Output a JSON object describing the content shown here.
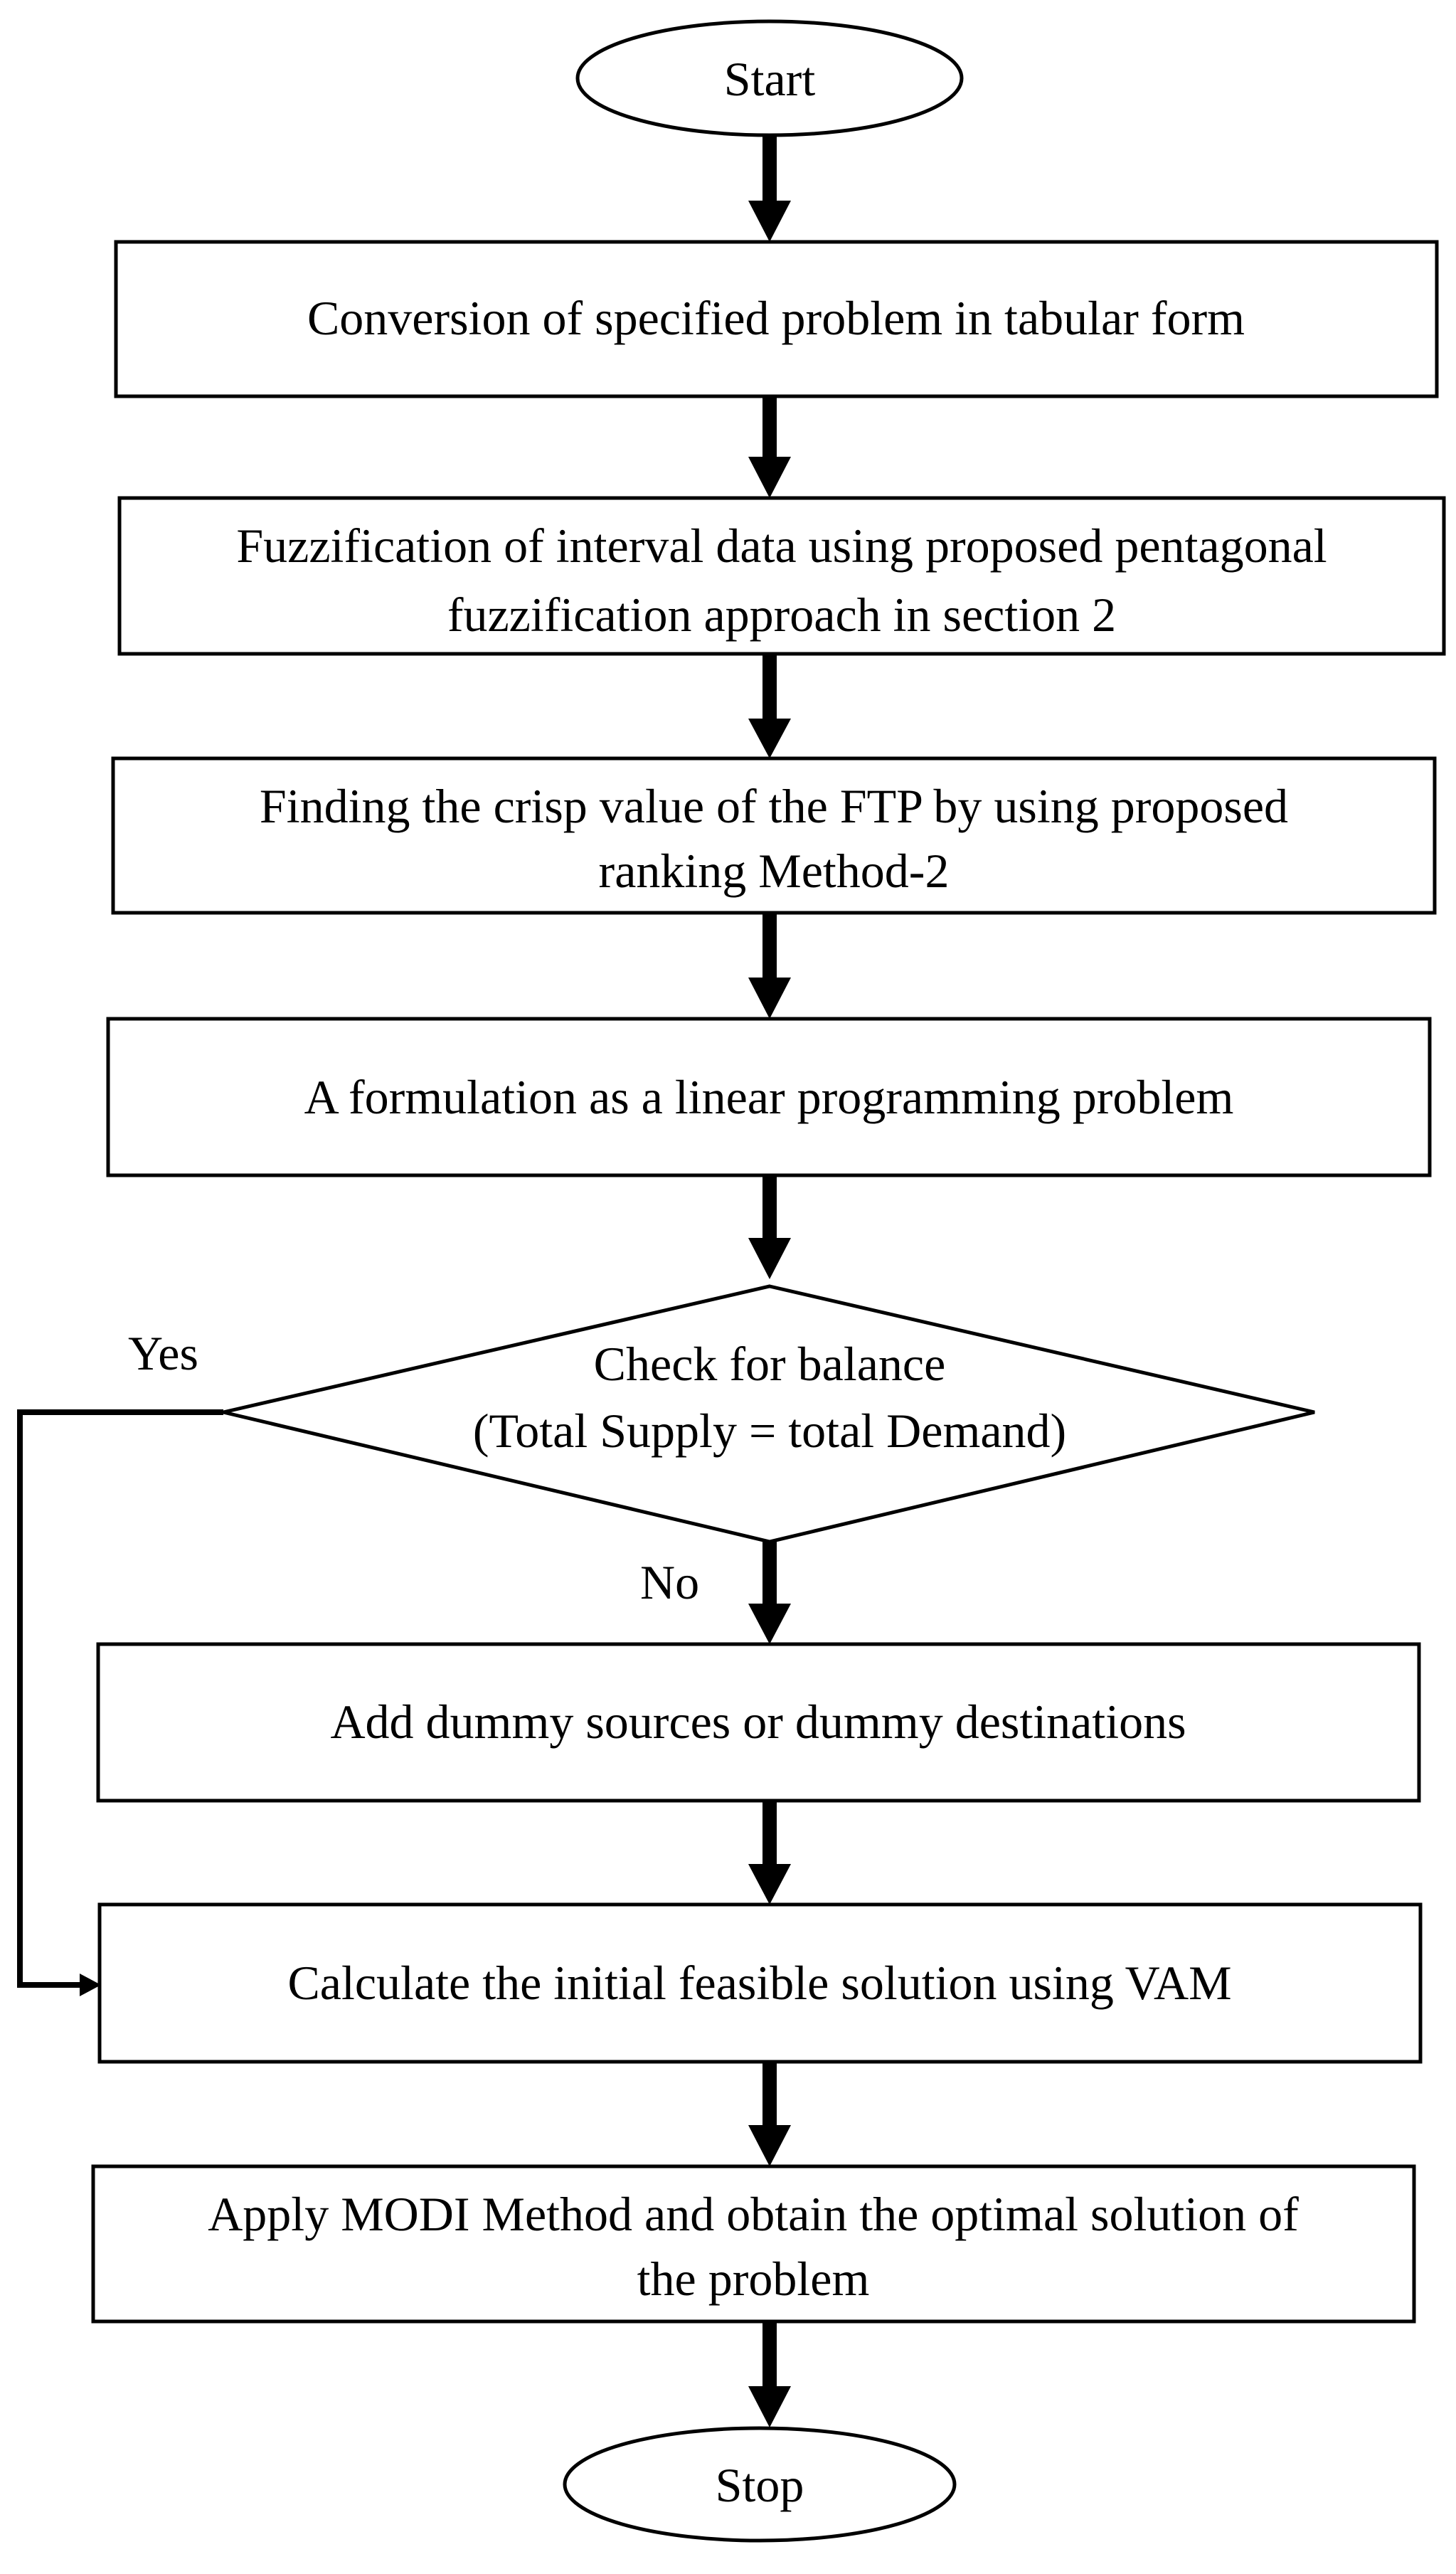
{
  "flowchart": {
    "start": "Start",
    "steps": [
      {
        "lines": [
          "Conversion of specified problem in tabular form"
        ]
      },
      {
        "lines": [
          "Fuzzification of interval data using proposed pentagonal",
          "fuzzification approach in section 2"
        ]
      },
      {
        "lines": [
          "Finding the crisp value of the FTP by using proposed",
          "ranking Method-2"
        ]
      },
      {
        "lines": [
          "A formulation as a linear programming problem"
        ]
      }
    ],
    "decision": {
      "lines": [
        "Check for balance",
        "(Total Supply = total Demand)"
      ],
      "yes_label": "Yes",
      "no_label": "No"
    },
    "dummy_step": {
      "lines": [
        "Add dummy sources or dummy destinations"
      ]
    },
    "vam_step": {
      "lines": [
        "Calculate the initial feasible solution using VAM"
      ]
    },
    "modi_step": {
      "lines": [
        "Apply MODI Method and obtain the optimal solution of",
        "the problem"
      ]
    },
    "stop": "Stop",
    "colors": {
      "stroke": "#000000",
      "background": "#ffffff",
      "text": "#000000"
    }
  }
}
